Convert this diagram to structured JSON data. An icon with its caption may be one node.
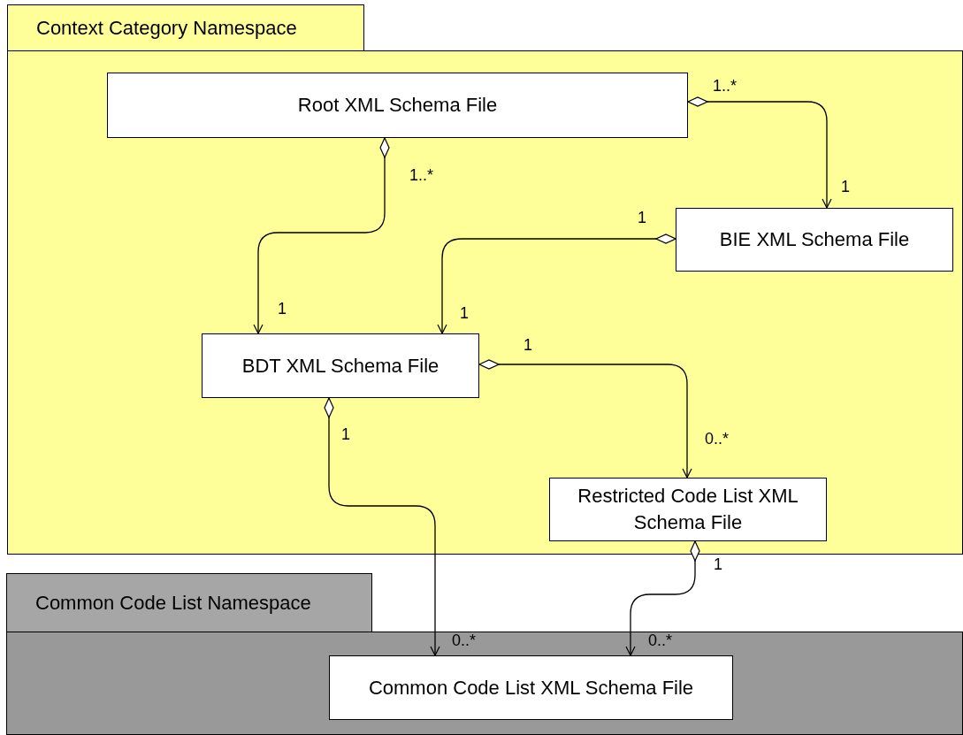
{
  "diagram": {
    "nodes": [
      {
        "text": [
          "Context Category Namespace"
        ]
      },
      {
        "text": [
          "Root XML Schema File"
        ],
        "in": 0
      },
      {
        "text": [
          "BIE XML Schema File"
        ],
        "in": 0
      },
      {
        "text": [
          "BDT XML Schema File"
        ],
        "in": 0
      },
      {
        "text": [
          "Restricted Code List XML Schema File"
        ],
        "in": 0
      },
      {
        "text": [
          "Common Code List  Namespace"
        ]
      },
      {
        "text": [
          "Common Code List XML Schema File"
        ],
        "in": 5
      }
    ],
    "edges": [
      {
        "from": 1,
        "to": 2,
        "arrow": "to"
      },
      {
        "from": 1,
        "to": 3,
        "arrow": "to"
      },
      {
        "from": 2,
        "to": 3,
        "arrow": "to"
      },
      {
        "from": 3,
        "to": 4,
        "arrow": "to"
      },
      {
        "from": 3,
        "to": 6,
        "arrow": "to"
      },
      {
        "from": 4,
        "to": 6,
        "arrow": "to"
      }
    ],
    "labels": [
      "1..*",
      "1..*",
      "1",
      "1",
      "1",
      "1",
      "1",
      "1",
      "0..*",
      "1",
      "0..*",
      "0..*"
    ]
  }
}
